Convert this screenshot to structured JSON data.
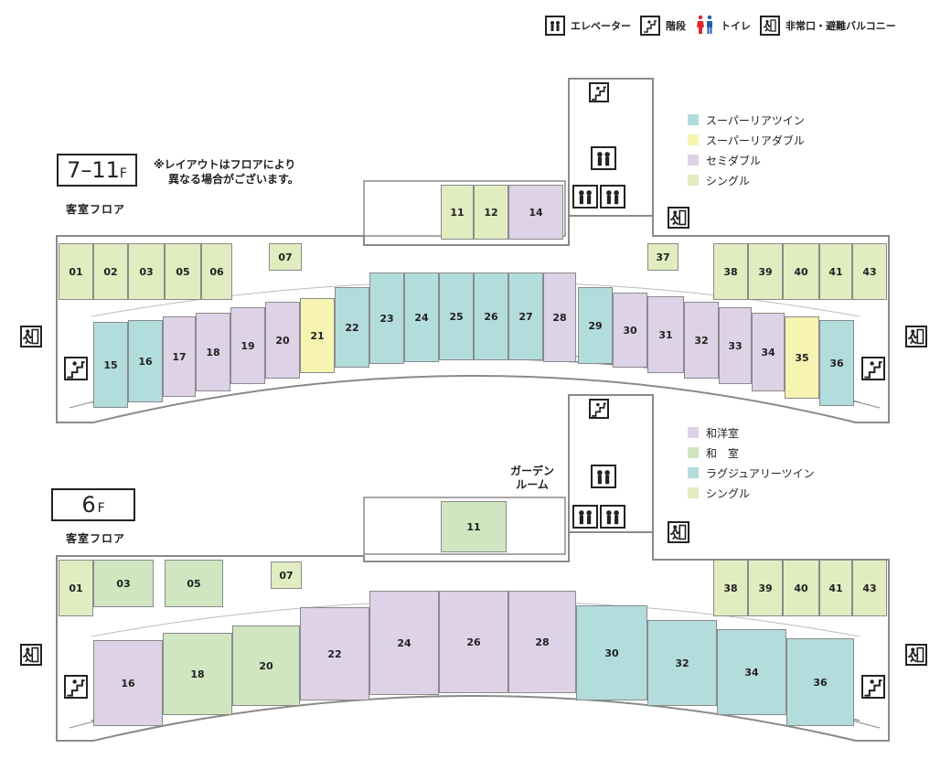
{
  "legend_top": {
    "elevator": "エレベーター",
    "stairs": "階段",
    "toilet": "トイレ",
    "exit": "非常口・避難バルコニー"
  },
  "upper": {
    "floor_label": "7–11",
    "floor_suffix": "F",
    "floor_sub": "客室フロア",
    "note_line1": "※レイアウトはフロアにより",
    "note_line2": "異なる場合がございます。",
    "legend": [
      {
        "label": "スーパーリアツイン",
        "color": "#b3dcdd"
      },
      {
        "label": "スーパーリアダブル",
        "color": "#f7f3b1"
      },
      {
        "label": "セミダブル",
        "color": "#ddd2e6"
      },
      {
        "label": "シングル",
        "color": "#e1ecc0"
      }
    ],
    "rooms": [
      "01",
      "02",
      "03",
      "05",
      "06",
      "07",
      "11",
      "12",
      "14",
      "15",
      "16",
      "17",
      "18",
      "19",
      "20",
      "21",
      "22",
      "23",
      "24",
      "25",
      "26",
      "27",
      "28",
      "29",
      "30",
      "31",
      "32",
      "33",
      "34",
      "35",
      "36",
      "37",
      "38",
      "39",
      "40",
      "41",
      "43"
    ]
  },
  "lower": {
    "floor_label": "6",
    "floor_suffix": "F",
    "floor_sub": "客室フロア",
    "garden_line1": "ガーデン",
    "garden_line2": "ルーム",
    "legend": [
      {
        "label": "和洋室",
        "color": "#ddd2e6"
      },
      {
        "label": "和　室",
        "color": "#cfe6c1"
      },
      {
        "label": "ラグジュアリーツイン",
        "color": "#b3dcdd"
      },
      {
        "label": "シングル",
        "color": "#e1ecc0"
      }
    ],
    "rooms": [
      "01",
      "03",
      "05",
      "07",
      "11",
      "16",
      "18",
      "20",
      "22",
      "24",
      "26",
      "28",
      "30",
      "32",
      "34",
      "36",
      "38",
      "39",
      "40",
      "41",
      "43"
    ]
  },
  "colors": {
    "twin": "#b3dcdd",
    "double": "#f7f3b1",
    "semi": "#ddd2e6",
    "single": "#e1ecc0",
    "washitsu": "#cfe6c1",
    "wall": "#8a8a8a"
  }
}
